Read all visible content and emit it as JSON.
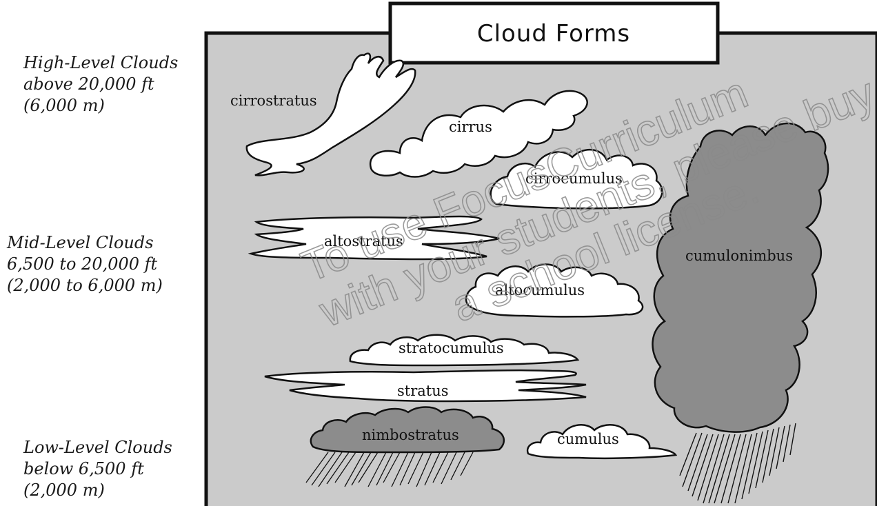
{
  "title": "Cloud Forms",
  "levels": {
    "high": {
      "line1": "High-Level Clouds",
      "line2": "above 20,000 ft",
      "line3": "(6,000 m)"
    },
    "mid": {
      "line1": "Mid-Level Clouds",
      "line2": "6,500 to 20,000 ft",
      "line3": "(2,000 to 6,000 m)"
    },
    "low": {
      "line1": "Low-Level Clouds",
      "line2": "below 6,500 ft",
      "line3": "(2,000 m)"
    }
  },
  "clouds": {
    "cirrostratus": "cirrostratus",
    "cirrus": "cirrus",
    "cirrocumulus": "cirrocumulus",
    "cumulonimbus": "cumulonimbus",
    "altostratus": "altostratus",
    "altocumulus": "altocumulus",
    "stratocumulus": "stratocumulus",
    "stratus": "stratus",
    "nimbostratus": "nimbostratus",
    "cumulus": "cumulus"
  },
  "watermark": {
    "line1": "To use FocusCurriculum",
    "line2": "with your students, please buy",
    "line3": "a school license."
  },
  "colors": {
    "sky": "#cbcbcb",
    "cloud_white": "#ffffff",
    "cloud_dark": "#8c8c8c",
    "outline": "#111111"
  }
}
